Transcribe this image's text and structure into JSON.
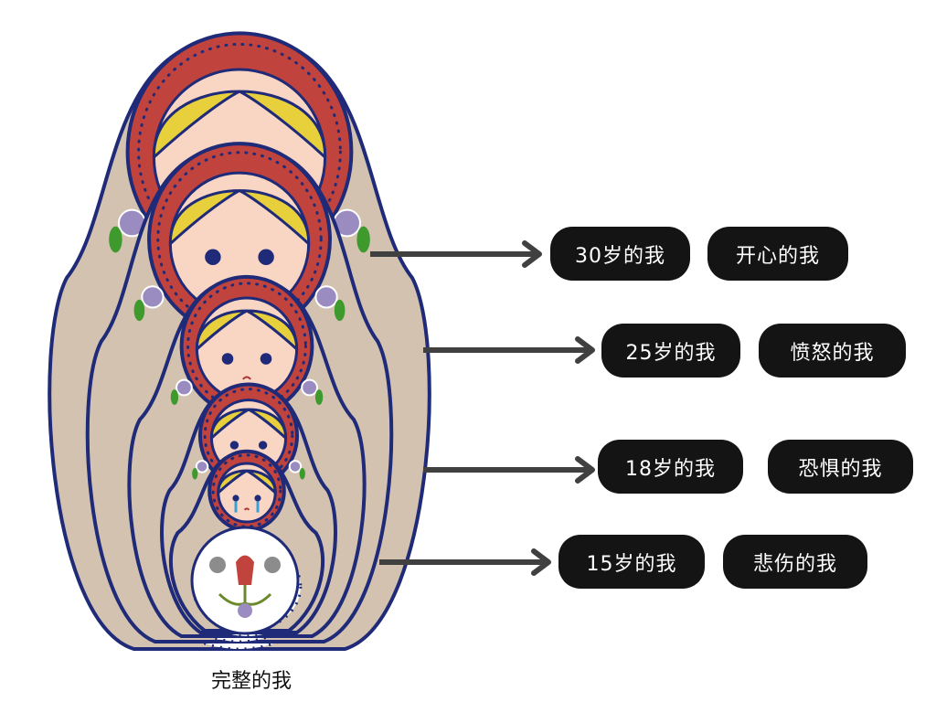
{
  "caption": "完整的我",
  "rows": [
    {
      "age": "30岁的我",
      "emotion": "开心的我"
    },
    {
      "age": "25岁的我",
      "emotion": "愤怒的我"
    },
    {
      "age": "18岁的我",
      "emotion": "恐惧的我"
    },
    {
      "age": "15岁的我",
      "emotion": "悲伤的我"
    }
  ],
  "colors": {
    "pill": "#141414",
    "arrow": "#404040",
    "hood": "#c0443d",
    "outline": "#1f2a78",
    "body": "#d3c2b0",
    "hair": "#e8cf3c",
    "skin": "#f9d6c4"
  }
}
